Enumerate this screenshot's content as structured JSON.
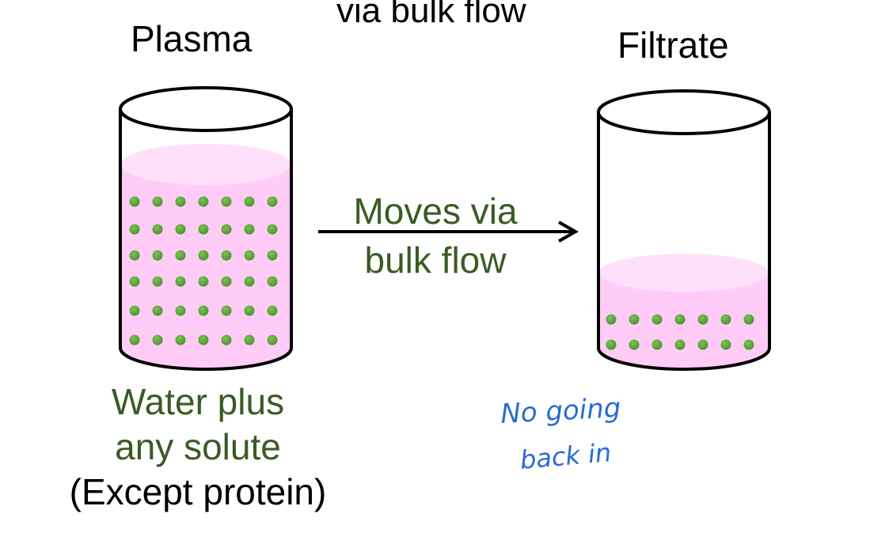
{
  "header": {
    "top_text": "via bulk flow"
  },
  "plasma": {
    "label": "Plasma",
    "description_line1": "Water plus",
    "description_line2": "any solute",
    "description_line3": "(Except protein)"
  },
  "filtrate": {
    "label": "Filtrate"
  },
  "arrow": {
    "label_line1": "Moves via",
    "label_line2": "bulk flow"
  },
  "annotation": {
    "line1": "No going",
    "line2": "back in"
  },
  "colors": {
    "liquid": "#ffccf7",
    "liquid_surface": "#ffe0fb",
    "particle": "#5aa43a",
    "green_text": "#3b5a24",
    "handwriting": "#2a6bd1",
    "outline": "#000000"
  }
}
